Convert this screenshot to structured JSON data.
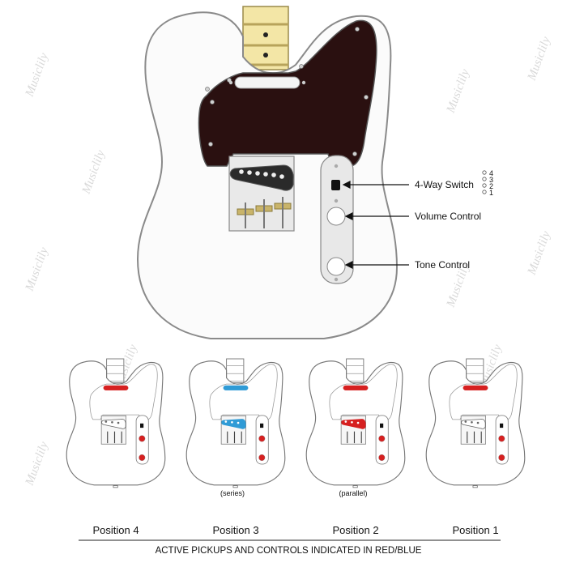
{
  "watermark": {
    "text": "Musiclily"
  },
  "main_guitar": {
    "callouts": [
      {
        "id": "switch",
        "label": "4-Way Switch"
      },
      {
        "id": "volume",
        "label": "Volume Control"
      },
      {
        "id": "tone",
        "label": "Tone Control"
      }
    ],
    "switch_positions": [
      "4",
      "3",
      "2",
      "1"
    ]
  },
  "positions": [
    {
      "label": "Position 4",
      "note": "",
      "active": {
        "neck": "red",
        "bridge": "none",
        "volume": "red",
        "tone": "red"
      }
    },
    {
      "label": "Position 3",
      "note": "(series)",
      "active": {
        "neck": "blue",
        "bridge": "blue",
        "volume": "red",
        "tone": "red"
      }
    },
    {
      "label": "Position 2",
      "note": "(parallel)",
      "active": {
        "neck": "red",
        "bridge": "red",
        "volume": "red",
        "tone": "red"
      }
    },
    {
      "label": "Position 1",
      "note": "",
      "active": {
        "neck": "red",
        "bridge": "none",
        "volume": "red",
        "tone": "red"
      }
    }
  ],
  "footer": {
    "caption": "ACTIVE PICKUPS AND CONTROLS INDICATED IN RED/BLUE"
  },
  "colors": {
    "red": "#d62020",
    "blue": "#2f9bd6",
    "pickguard": "#2a1010",
    "neck": "#f3e6a6",
    "body_stroke": "#8a8a8a"
  }
}
